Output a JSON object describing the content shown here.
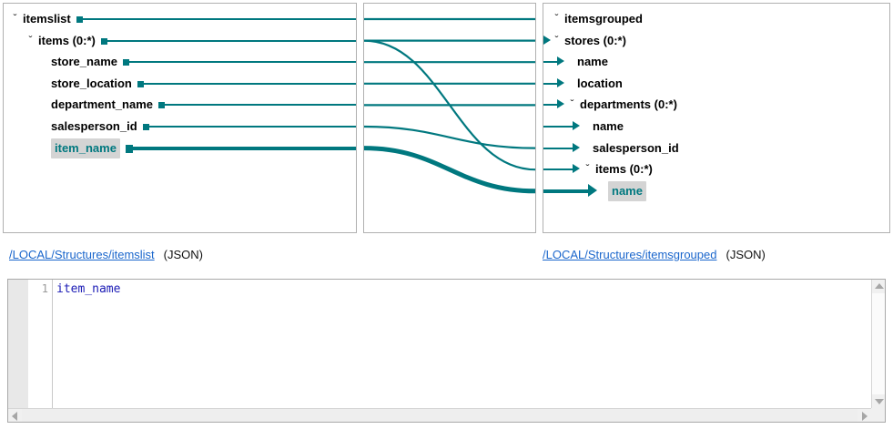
{
  "source_panel": {
    "name": "itemslist",
    "nodes": [
      {
        "label": "itemslist",
        "indent": 0,
        "chevron": "v",
        "highlight": false,
        "thick": false
      },
      {
        "label": "items (0:*)",
        "indent": 1,
        "chevron": "v",
        "highlight": false,
        "thick": false
      },
      {
        "label": "store_name",
        "indent": 2,
        "chevron": "",
        "highlight": false,
        "thick": false
      },
      {
        "label": "store_location",
        "indent": 2,
        "chevron": "",
        "highlight": false,
        "thick": false
      },
      {
        "label": "department_name",
        "indent": 2,
        "chevron": "",
        "highlight": false,
        "thick": false
      },
      {
        "label": "salesperson_id",
        "indent": 2,
        "chevron": "",
        "highlight": false,
        "thick": false
      },
      {
        "label": "item_name",
        "indent": 2,
        "chevron": "",
        "highlight": true,
        "thick": true
      }
    ]
  },
  "target_panel": {
    "name": "itemsgrouped",
    "nodes": [
      {
        "label": "itemsgrouped",
        "indent": 0,
        "chevron": "v",
        "highlight": false,
        "thick": false,
        "arrow": false
      },
      {
        "label": "stores (0:*)",
        "indent": 0,
        "chevron": "v",
        "highlight": false,
        "thick": false,
        "arrow": true
      },
      {
        "label": "name",
        "indent": 1,
        "chevron": "",
        "highlight": false,
        "thick": false,
        "arrow": true
      },
      {
        "label": "location",
        "indent": 1,
        "chevron": "",
        "highlight": false,
        "thick": false,
        "arrow": true
      },
      {
        "label": "departments (0:*)",
        "indent": 1,
        "chevron": "v",
        "highlight": false,
        "thick": false,
        "arrow": true
      },
      {
        "label": "name",
        "indent": 2,
        "chevron": "",
        "highlight": false,
        "thick": false,
        "arrow": true
      },
      {
        "label": "salesperson_id",
        "indent": 2,
        "chevron": "",
        "highlight": false,
        "thick": false,
        "arrow": true
      },
      {
        "label": "items (0:*)",
        "indent": 2,
        "chevron": "v",
        "highlight": false,
        "thick": false,
        "arrow": true
      },
      {
        "label": "name",
        "indent": 3,
        "chevron": "",
        "highlight": true,
        "thick": true,
        "arrow": true
      }
    ]
  },
  "footer": {
    "source_path": "/LOCAL/Structures/itemslist",
    "source_format": "(JSON)",
    "target_path": "/LOCAL/Structures/itemsgrouped",
    "target_format": "(JSON)"
  },
  "editor": {
    "line_numbers": [
      "1"
    ],
    "lines": [
      "item_name"
    ],
    "vscroll_up_icon": "triangle-up-icon",
    "vscroll_down_icon": "triangle-down-icon",
    "hscroll_left_icon": "triangle-left-icon",
    "hscroll_right_icon": "triangle-right-icon"
  },
  "links": [
    {
      "from_row": 0,
      "to_row": 0,
      "thick": false
    },
    {
      "from_row": 1,
      "to_row": 1,
      "thick": false
    },
    {
      "from_row": 2,
      "to_row": 2,
      "thick": false
    },
    {
      "from_row": 3,
      "to_row": 3,
      "thick": false
    },
    {
      "from_row": 4,
      "to_row": 4,
      "thick": false
    },
    {
      "from_row": 5,
      "to_row": 6,
      "thick": false
    },
    {
      "from_row": 1,
      "to_row": 7,
      "thick": false
    },
    {
      "from_row": 6,
      "to_row": 8,
      "thick": true
    }
  ],
  "colors": {
    "link": "#00787f",
    "highlight_bg": "#d4d4d4",
    "hyperlink": "#1a66cc",
    "code_text": "#1b1bb5",
    "panel_border": "#b0b0b0"
  },
  "icons": {
    "chevron_down": "ˇ"
  }
}
